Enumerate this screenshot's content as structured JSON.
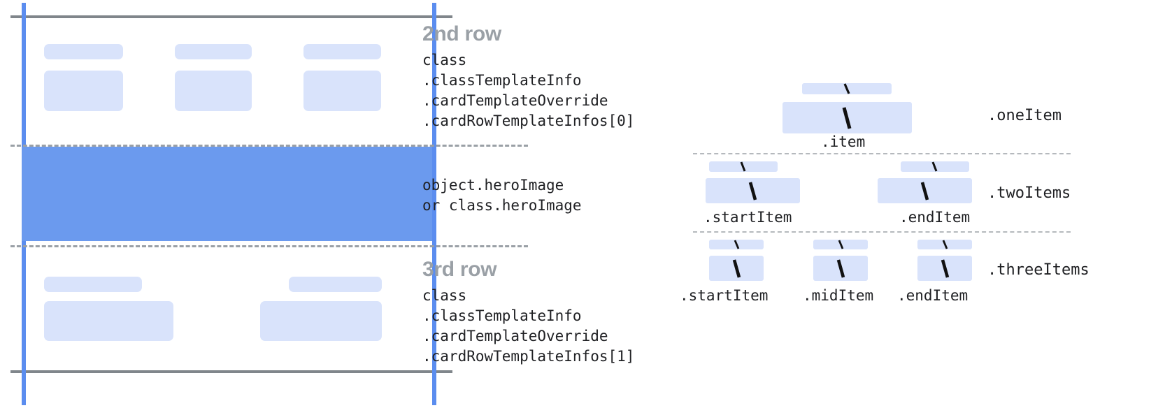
{
  "diagram": {
    "title_hidden": "",
    "left_panel": {
      "rows": [
        {
          "heading": "2nd row",
          "code": "class\n.classTemplateInfo\n.cardTemplateOverride\n.cardRowTemplateInfos[0]"
        },
        {
          "heading": "",
          "code": "object.heroImage\nor class.heroImage"
        },
        {
          "heading": "3rd row",
          "code": "class\n.classTemplateInfo\n.cardTemplateOverride\n.cardRowTemplateInfos[1]"
        }
      ]
    },
    "right_panel": {
      "groups": [
        {
          "name": ".oneItem",
          "slots": [
            {
              "label": ".item"
            }
          ]
        },
        {
          "name": ".twoItems",
          "slots": [
            {
              "label": ".startItem"
            },
            {
              "label": ".endItem"
            }
          ]
        },
        {
          "name": ".threeItems",
          "slots": [
            {
              "label": ".startItem"
            },
            {
              "label": ".midItem"
            },
            {
              "label": ".endItem"
            }
          ]
        }
      ]
    },
    "colors": {
      "chip_fill": "#d9e3fb",
      "hero_fill": "#6b9aee",
      "guide_blue": "#5b8def",
      "rule_gray": "#80868b",
      "heading_gray": "#9aa0a6",
      "text_black": "#202124",
      "divider_gray": "#b5b9bd"
    }
  }
}
